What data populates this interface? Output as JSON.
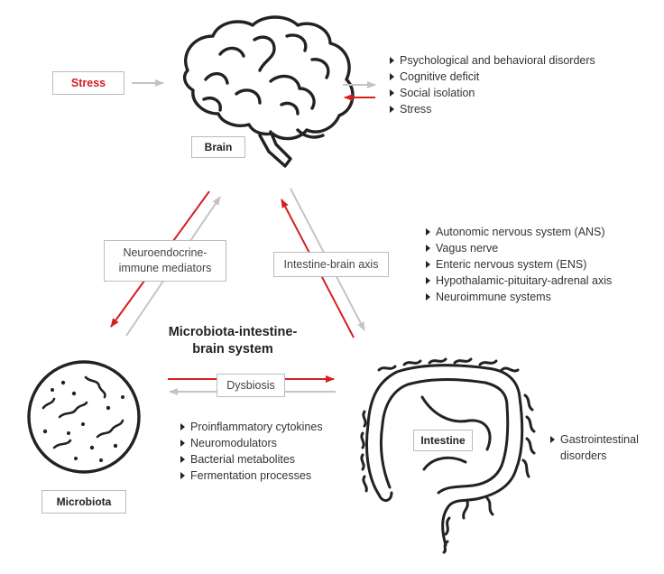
{
  "title": "Microbiota-intestine-brain system",
  "nodes": {
    "stress": "Stress",
    "brain": "Brain",
    "microbiota": "Microbiota",
    "intestine": "Intestine"
  },
  "connectors": {
    "neuroendocrine_line1": "Neuroendocrine-",
    "neuroendocrine_line2": "immune mediators",
    "intestine_brain_axis": "Intestine-brain axis",
    "dysbiosis": "Dysbiosis"
  },
  "brain_effects": [
    "Psychological and behavioral disorders",
    "Cognitive deficit",
    "Social isolation",
    "Stress"
  ],
  "axis_pathways": [
    "Autonomic nervous system (ANS)",
    "Vagus nerve",
    "Enteric nervous system (ENS)",
    "Hypothalamic-pituitary-adrenal axis",
    "Neuroimmune systems"
  ],
  "microbiota_products": [
    "Proinflammatory cytokines",
    "Neuromodulators",
    "Bacterial metabolites",
    "Fermentation processes"
  ],
  "intestine_effects": {
    "line1": "Gastrointestinal",
    "line2": "disorders"
  },
  "colors": {
    "red": "#d42020",
    "grey": "#c4c4c4",
    "outline": "#222222"
  }
}
